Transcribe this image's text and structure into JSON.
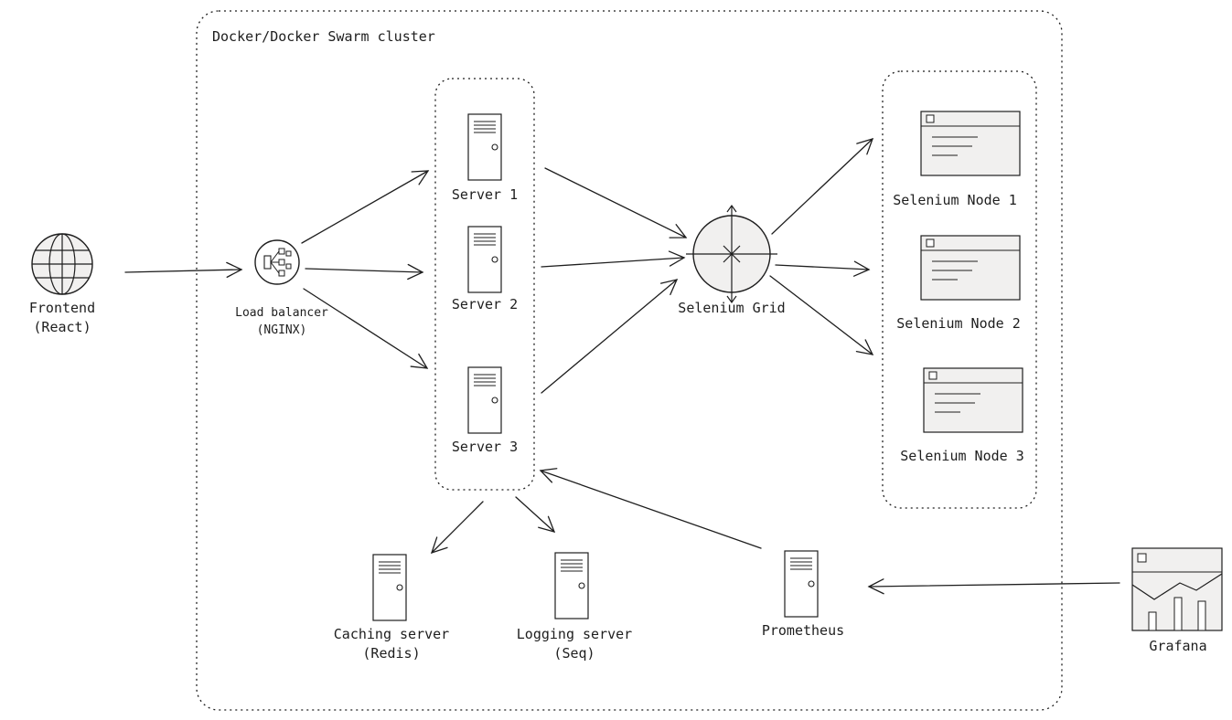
{
  "cluster": {
    "title": "Docker/Docker Swarm cluster"
  },
  "frontend": {
    "line1": "Frontend",
    "line2": "(React)",
    "icon": "globe-icon"
  },
  "load_balancer": {
    "line1": "Load balancer",
    "line2": "(NGINX)",
    "icon": "load-balancer-icon"
  },
  "servers": [
    {
      "label": "Server 1",
      "icon": "server-icon"
    },
    {
      "label": "Server 2",
      "icon": "server-icon"
    },
    {
      "label": "Server 3",
      "icon": "server-icon"
    }
  ],
  "selenium_grid": {
    "label": "Selenium Grid",
    "icon": "grid-hub-icon"
  },
  "selenium_nodes": [
    {
      "label": "Selenium Node 1",
      "icon": "browser-window-icon"
    },
    {
      "label": "Selenium Node 2",
      "icon": "browser-window-icon"
    },
    {
      "label": "Selenium Node 3",
      "icon": "browser-window-icon"
    }
  ],
  "caching": {
    "line1": "Caching server",
    "line2": "(Redis)",
    "icon": "server-icon"
  },
  "logging": {
    "line1": "Logging server",
    "line2": "(Seq)",
    "icon": "server-icon"
  },
  "prometheus": {
    "label": "Prometheus",
    "icon": "server-icon"
  },
  "grafana": {
    "label": "Grafana",
    "icon": "dashboard-chart-icon"
  },
  "colors": {
    "stroke": "#1e1e1e",
    "fill": "#f1f0ef",
    "background": "#ffffff"
  }
}
